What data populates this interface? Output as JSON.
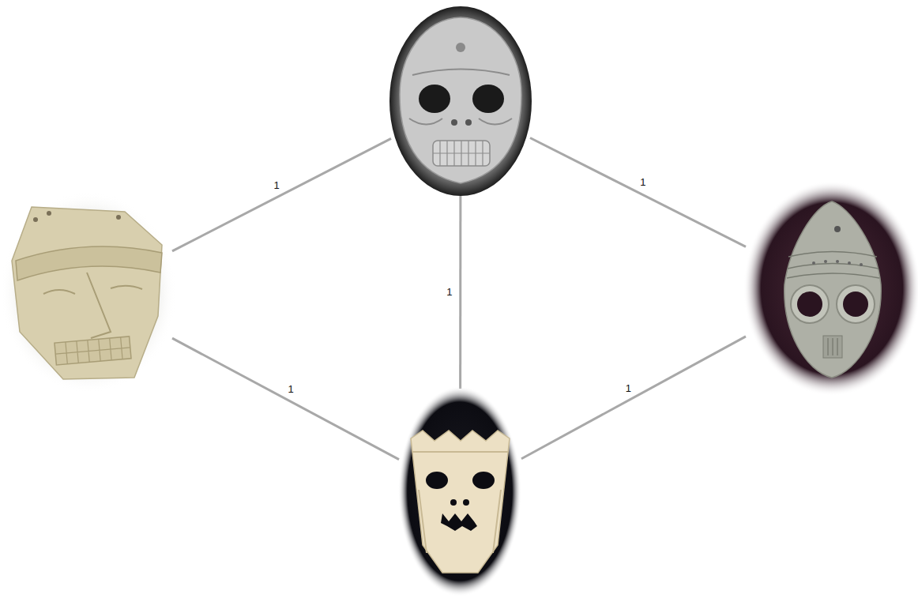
{
  "diagram": {
    "nodes": [
      {
        "text": []
      },
      {
        "text": []
      },
      {
        "text": []
      },
      {
        "text": []
      }
    ],
    "edges": [
      {
        "from": 0,
        "to": 1,
        "arrow": "none",
        "label": "1"
      },
      {
        "from": 0,
        "to": 2,
        "arrow": "none",
        "label": "1"
      },
      {
        "from": 0,
        "to": 3,
        "arrow": "none",
        "label": "1"
      },
      {
        "from": 1,
        "to": 3,
        "arrow": "none",
        "label": "1"
      },
      {
        "from": 2,
        "to": 3,
        "arrow": "none",
        "label": "1"
      }
    ]
  }
}
